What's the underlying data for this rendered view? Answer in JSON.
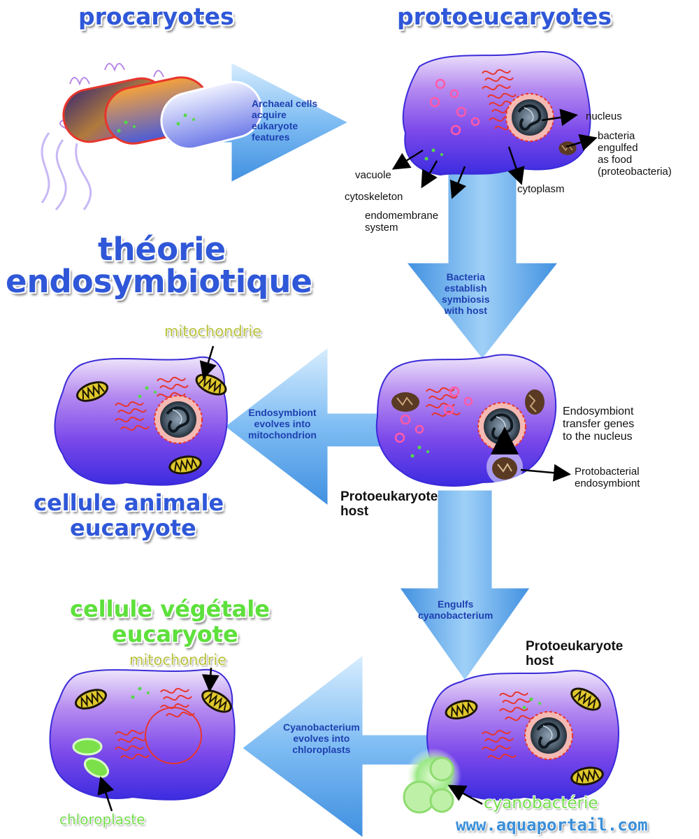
{
  "titles": {
    "procaryotes": "procaryotes",
    "protoeucaryotes": "protoeucaryotes",
    "theory_line1": "théorie",
    "theory_line2": "endosymbiotique",
    "animal_line1": "cellule animale",
    "animal_line2": "eucaryote",
    "plant_line1": "cellule végétale",
    "plant_line2": "eucaryote"
  },
  "arrows": {
    "archaeal": "Archaeal cells\nacquire\neukaryote\nfeatures",
    "symbiosis": "Bacteria\nestablish\nsymbiosis\nwith host",
    "mitochondrion": "Endosymbiont\nevolves into\nmitochondrion",
    "engulfs": "Engulfs\ncyanobacterium",
    "chloroplasts": "Cyanobacterium\nevolves into\nchloroplasts"
  },
  "labels": {
    "nucleus": "nucleus",
    "bacteria_food": "bacteria\nengulfed\nas food\n(proteobacteria)",
    "vacuole": "vacuole",
    "cytoskeleton": "cytoskeleton",
    "endomembrane": "endomembrane\nsystem",
    "cytoplasm": "cytoplasm",
    "transfer_genes": "Endosymbiont\ntransfer genes\nto the nucleus",
    "protobacterial": "Protobacterial\nendosymbiont",
    "host1": "Protoeukaryote\nhost",
    "host2": "Protoeukaryote\nhost",
    "mito1": "mitochondrie",
    "mito2": "mitochondrie",
    "chloroplaste": "chloroplaste",
    "cyanobacterie": "cyanobactérie"
  },
  "footer": {
    "url": "www.aquaportail.com"
  },
  "colors": {
    "title_blue": "#2f57d8",
    "title_green": "#5ee03c",
    "arrow_blue": "#6fb4f0",
    "cell_purple": "#7a4fe8",
    "organelle_red": "#e8352c",
    "mito_yellow": "#d8c22a",
    "chloroplast_green": "#7be04a"
  }
}
